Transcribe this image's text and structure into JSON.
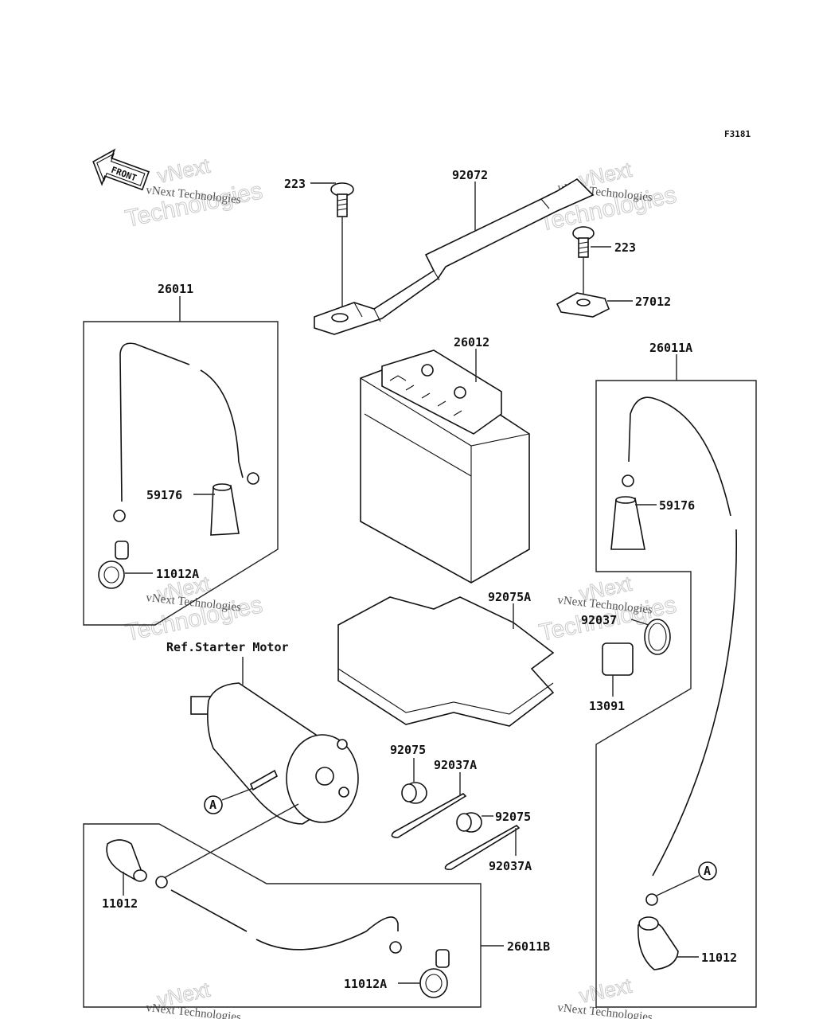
{
  "figure_id": "F3181",
  "front_label": "FRONT",
  "ref_label": "Ref.Starter Motor",
  "callout_a": "A",
  "watermark": {
    "line1": "vNext",
    "line2": "Technologies",
    "inline": "vNext Technologies"
  },
  "parts": {
    "p223_left": "223",
    "p223_right": "223",
    "p92072": "92072",
    "p27012": "27012",
    "p26011": "26011",
    "p26012": "26012",
    "p26011A": "26011A",
    "p59176_left": "59176",
    "p59176_right": "59176",
    "p11012A_left": "11012A",
    "p11012A_bottom": "11012A",
    "p92075A": "92075A",
    "p92037": "92037",
    "p13091": "13091",
    "p92075_a": "92075",
    "p92075_b": "92075",
    "p92037A_a": "92037A",
    "p92037A_b": "92037A",
    "p11012_left": "11012",
    "p11012_right": "11012",
    "p26011B": "26011B"
  }
}
